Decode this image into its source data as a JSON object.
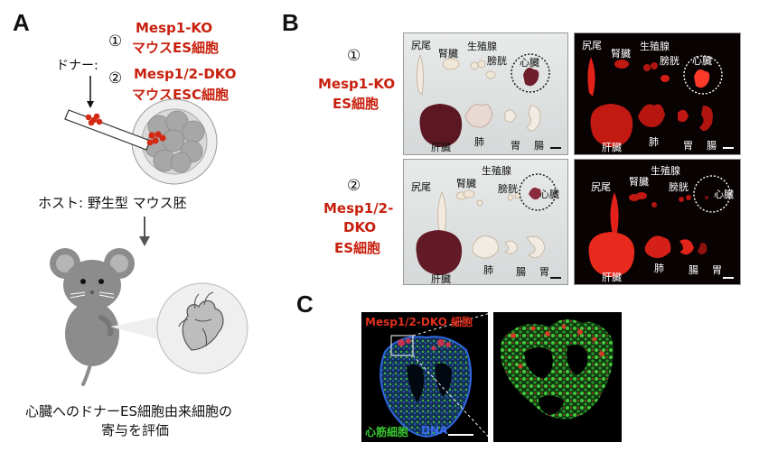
{
  "panels": {
    "A": "A",
    "B": "B",
    "C": "C"
  },
  "panel_a": {
    "donor_label": "ドナー:",
    "option1_num": "①",
    "option1_line1": "Mesp1-KO",
    "option1_line2": "マウスES細胞",
    "option2_num": "②",
    "option2_line1": "Mesp1/2-DKO",
    "option2_line2": "マウスESC細胞",
    "host_label": "ホスト:  野生型 マウス胚",
    "caption_line1": "心臓へのドナーES細胞由来細胞の",
    "caption_line2": "寄与を評価"
  },
  "panel_b": {
    "row1": {
      "num": "①",
      "line1": "Mesp1-KO",
      "line2": "ES細胞"
    },
    "row2": {
      "num": "②",
      "line1": "Mesp1/2-",
      "line2": "DKO",
      "line3": "ES細胞"
    },
    "organs": {
      "tail": "尻尾",
      "kidney": "腎臓",
      "gonad": "生殖腺",
      "bladder": "膀胱",
      "heart": "心臓",
      "liver": "肝臓",
      "lung": "肺",
      "stomach": "胃",
      "intestine": "腸"
    }
  },
  "panel_c": {
    "top_label": "Mesp1/2-DKO 細胞",
    "bottom_label_1": "心筋細胞",
    "bottom_label_2": "DNA"
  },
  "colors": {
    "accent_red": "#c8200e",
    "dna_blue": "#3a6cf0",
    "cardio_green": "#38c830"
  }
}
